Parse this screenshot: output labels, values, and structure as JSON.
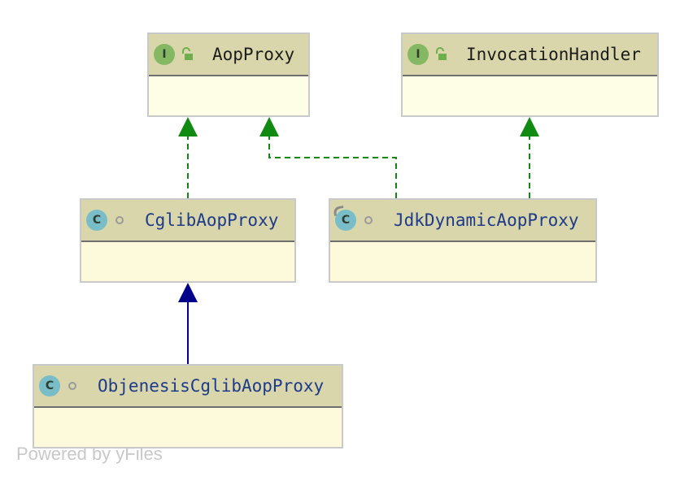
{
  "diagram": {
    "nodes": {
      "aop_proxy": {
        "kind": "interface",
        "badge": "I",
        "name": "AopProxy"
      },
      "invocation_handler": {
        "kind": "interface",
        "badge": "I",
        "name": "InvocationHandler"
      },
      "cglib_aop_proxy": {
        "kind": "class",
        "badge": "C",
        "name": "CglibAopProxy"
      },
      "jdk_dynamic_aop_proxy": {
        "kind": "class",
        "badge": "C",
        "name": "JdkDynamicAopProxy"
      },
      "objenesis_cglib_aop_proxy": {
        "kind": "class",
        "badge": "C",
        "name": "ObjenesisCglibAopProxy"
      }
    },
    "edges": [
      {
        "from": "cglib_aop_proxy",
        "to": "aop_proxy",
        "type": "implements"
      },
      {
        "from": "jdk_dynamic_aop_proxy",
        "to": "aop_proxy",
        "type": "implements"
      },
      {
        "from": "jdk_dynamic_aop_proxy",
        "to": "invocation_handler",
        "type": "implements"
      },
      {
        "from": "objenesis_cglib_aop_proxy",
        "to": "cglib_aop_proxy",
        "type": "extends"
      }
    ]
  },
  "colors": {
    "implements_edge": "#118a11",
    "extends_edge": "#00008b",
    "class_name": "#1e3a8a",
    "interface_badge": "#85b862",
    "class_badge": "#78bdc7"
  },
  "footer": {
    "watermark": "Powered by yFiles"
  }
}
